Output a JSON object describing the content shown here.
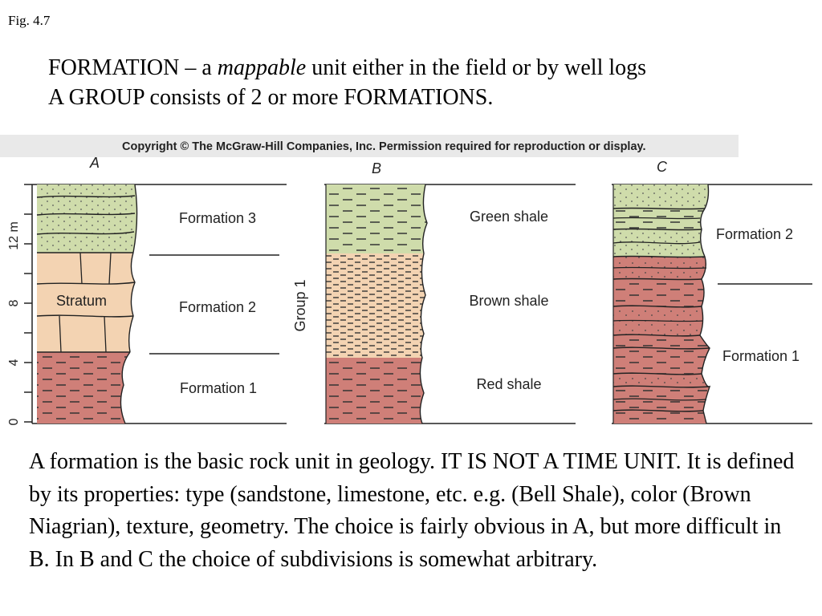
{
  "fig_label": "Fig. 4.7",
  "headline": {
    "line1_before": "FORMATION – a ",
    "line1_em": "mappable",
    "line1_after": " unit either in the field or by well logs",
    "line2": "A GROUP consists of 2 or more FORMATIONS."
  },
  "figure": {
    "copyright": "Copyright © The McGraw-Hill Companies, Inc. Permission required for reproduction or display.",
    "scale": {
      "unit_label": "12 m",
      "ticks": [
        "0",
        "4",
        "8"
      ]
    },
    "columns": {
      "a": {
        "letter": "A",
        "stratum_label": "Stratum",
        "labels": [
          "Formation 3",
          "Formation 2",
          "Formation 1"
        ]
      },
      "b": {
        "letter": "B",
        "group_label": "Group 1",
        "labels": [
          "Green shale",
          "Brown shale",
          "Red shale"
        ]
      },
      "c": {
        "letter": "C",
        "labels": [
          "Formation 2",
          "Formation 1"
        ]
      }
    },
    "colors": {
      "green": "#cfdcab",
      "tan": "#f3d3b2",
      "red": "#cf7f78"
    }
  },
  "body_text": "A formation is the basic rock unit in geology. IT IS NOT A TIME UNIT. It is defined by its properties: type (sandstone, limestone, etc. e.g. (Bell Shale), color (Brown Niagrian), texture, geometry. The choice is fairly obvious in A, but more difficult in B. In B and C the choice of subdivisions is somewhat arbitrary."
}
